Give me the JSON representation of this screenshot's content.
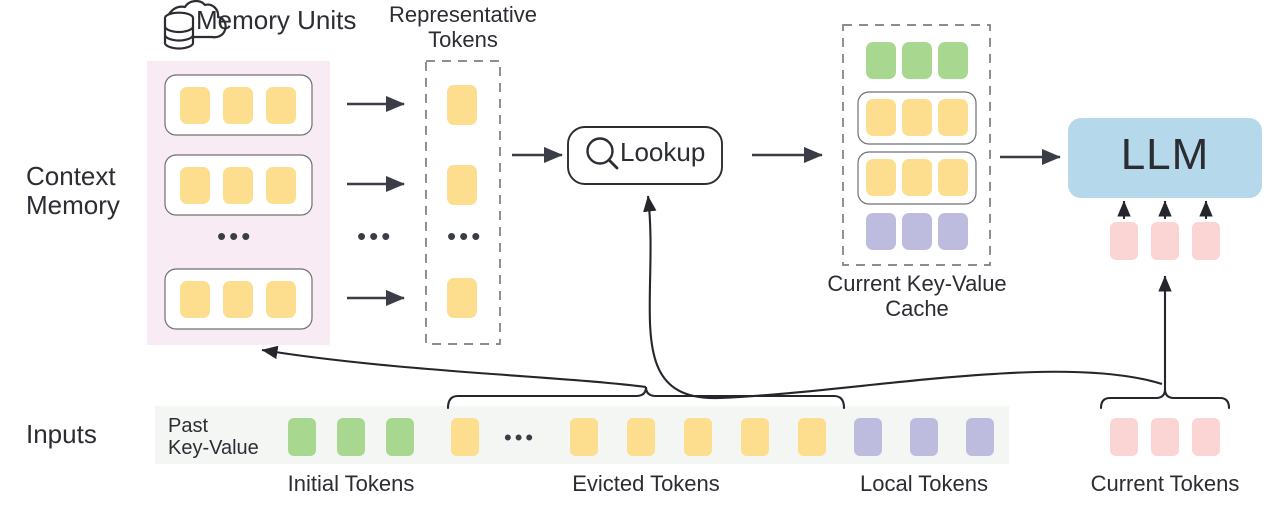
{
  "diagram": {
    "title": "Context Memory LLM KV-cache architecture",
    "row_labels": {
      "context_memory": "Context\nMemory",
      "inputs": "Inputs"
    },
    "memory_units": {
      "label": "Memory Units",
      "icon": "cloud-database-icon",
      "panel_color": "#F9EBF3",
      "units": [
        {
          "tokens": [
            "token",
            "token",
            "token"
          ],
          "color": "#FCDE8E"
        },
        {
          "tokens": [
            "token",
            "token",
            "token"
          ],
          "color": "#FCDE8E"
        },
        {
          "tokens": [
            "token",
            "token",
            "token"
          ],
          "color": "#FCDE8E"
        }
      ],
      "ellipsis": "•••"
    },
    "representative_tokens": {
      "label": "Representative\nTokens",
      "tokens": [
        "token",
        "token",
        "token"
      ],
      "color": "#FCDE8E",
      "ellipsis": "•••"
    },
    "between_ellipsis": "•••",
    "lookup": {
      "label": "Lookup",
      "icon": "search-icon"
    },
    "kv_cache": {
      "label": "Current Key-Value\nCache",
      "rows": [
        {
          "name": "initial-tokens-row",
          "color": "#A8D88F",
          "boxed": false,
          "count": 3
        },
        {
          "name": "retrieved-unit-row-1",
          "color": "#FCDE8E",
          "boxed": true,
          "count": 3
        },
        {
          "name": "retrieved-unit-row-2",
          "color": "#FCDE8E",
          "boxed": true,
          "count": 3
        },
        {
          "name": "local-tokens-row",
          "color": "#BDBCDF",
          "boxed": false,
          "count": 3
        }
      ]
    },
    "llm": {
      "label": "LLM",
      "color": "#B5D9EA",
      "input_tokens": [
        "token",
        "token",
        "token"
      ],
      "input_token_color": "#FBD4D4"
    },
    "inputs": {
      "bar_color": "#F4F6F4",
      "past_key_value_label": "Past\nKey-Value",
      "ellipsis": "•••",
      "groups": [
        {
          "name": "initial-tokens",
          "label": "Initial Tokens",
          "color": "#A8D88F",
          "count": 3
        },
        {
          "name": "evicted-tokens",
          "label": "Evicted Tokens",
          "color": "#FCDE8E",
          "count": 7
        },
        {
          "name": "local-tokens",
          "label": "Local Tokens",
          "color": "#BDBCDF",
          "count": 3
        },
        {
          "name": "current-tokens",
          "label": "Current Tokens",
          "color": "#FBD4D4",
          "count": 3
        }
      ]
    },
    "colors": {
      "yellow": "#FCDE8E",
      "green": "#A8D88F",
      "purple": "#BDBCDF",
      "pink": "#FBD4D4",
      "blue": "#B5D9EA",
      "memory_panel_pink": "#F9EBF3",
      "input_bar_gray": "#F4F6F4",
      "stroke": "#3A3D45",
      "text": "#2B2D33"
    }
  }
}
